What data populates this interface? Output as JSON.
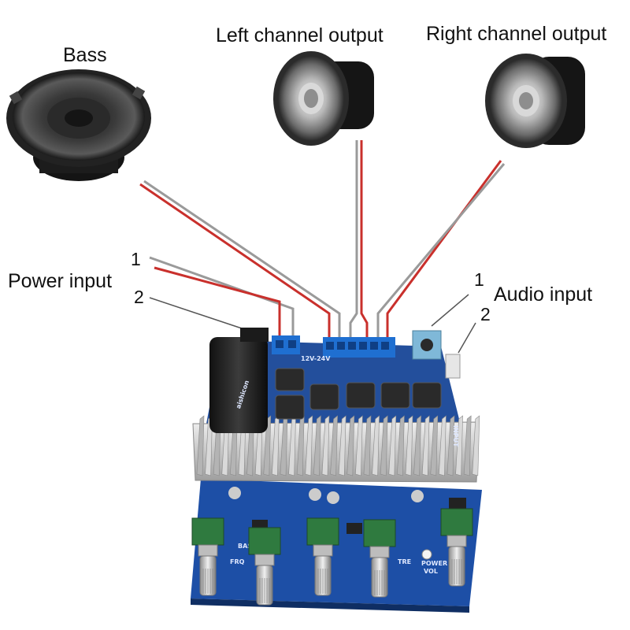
{
  "labels": {
    "bass": "Bass",
    "left_output": "Left channel output",
    "right_output": "Right channel output",
    "power_input": "Power input",
    "audio_input": "Audio input"
  },
  "pins": {
    "power_1": "1",
    "power_2": "2",
    "audio_1": "1",
    "audio_2": "2"
  },
  "board_markings": {
    "capacitor": "aishicon",
    "voltage": "12V-24V",
    "bass_knob": "BAS",
    "freq_knob": "FRQ",
    "treble_knob": "TRE",
    "volume_knob": "VOL",
    "power_led": "POWER",
    "input_jack": "INPUT"
  },
  "colors": {
    "wire_red": "#c9302c",
    "wire_gray": "#9a9a9a",
    "pcb_blue": "#1d4fa6",
    "terminal_blue": "#1f6fd1",
    "heatsink": "#c8c8c8",
    "pot_green": "#2f7a3f"
  }
}
